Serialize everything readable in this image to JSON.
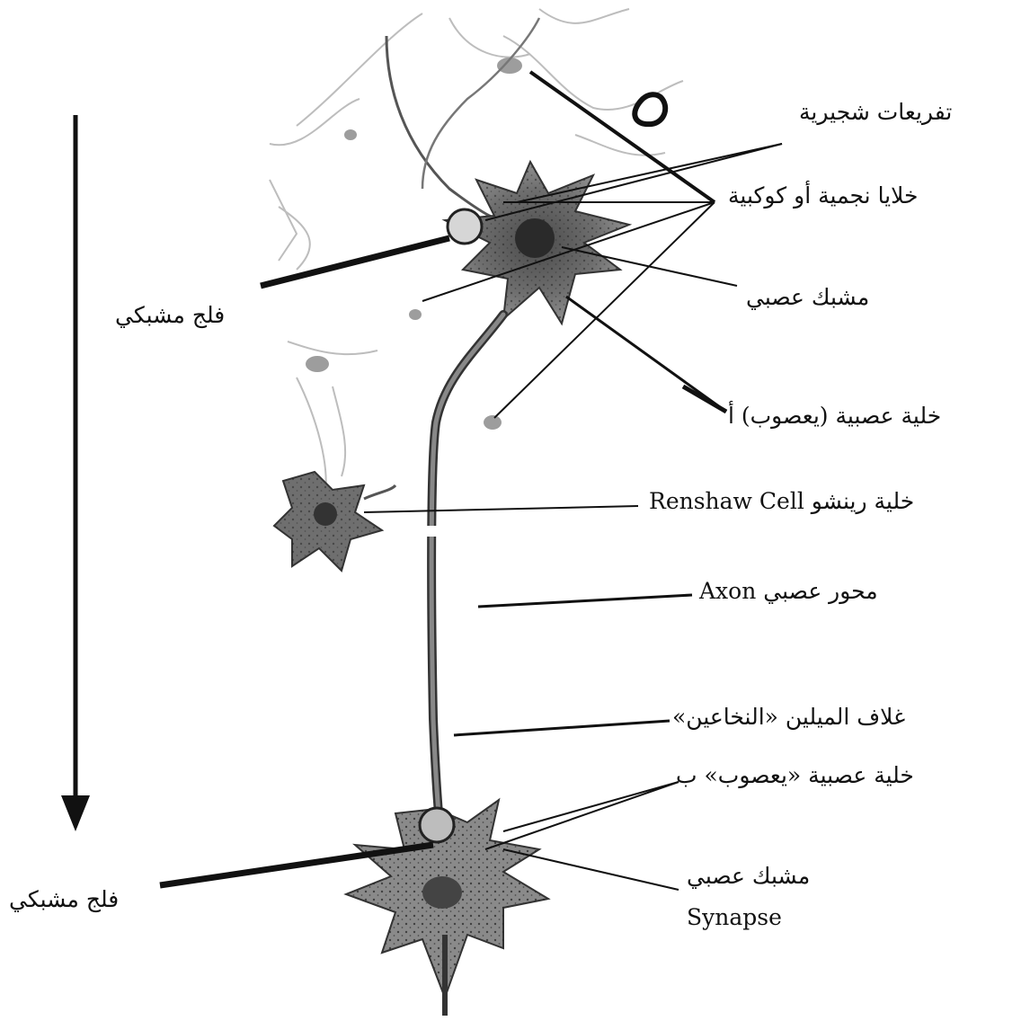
{
  "labels": {
    "dendrites": "تفريعات شجيرية",
    "astrocytes": "خلايا نجمية أو كوكبية",
    "synaptic_cleft_top": "فلج مشبكي",
    "synapse_top": "مشبك عصبي",
    "neuron_a": "خلية عصبية (يعصوب) أ",
    "renshaw": "خلية رينشو Renshaw Cell",
    "axon": "محور عصبي Axon",
    "myelin": "غلاف الميلين «النخاعين»",
    "neuron_b": "خلية عصبية «يعصوب» ب",
    "synapse_bottom_ar": "مشبك عصبي",
    "synapse_bottom_en": "Synapse",
    "synaptic_cleft_bottom": "فلج مشبكي"
  },
  "colors": {
    "ink": "#111111",
    "cell_fill": "#7a7a7a",
    "cell_light": "#c8c8c8"
  },
  "icons": {
    "direction": "down-arrow-icon"
  }
}
